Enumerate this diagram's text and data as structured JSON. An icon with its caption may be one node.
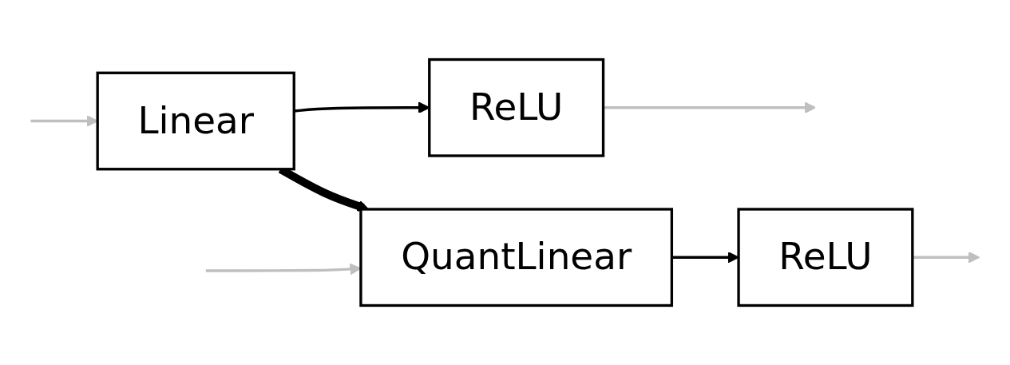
{
  "diagram": {
    "nodes": [
      {
        "text": [
          "Linear"
        ]
      },
      {
        "text": [
          "ReLU"
        ]
      },
      {
        "text": [
          "QuantLinear"
        ]
      },
      {
        "text": [
          "ReLU"
        ]
      }
    ],
    "edges": [
      {
        "from": null,
        "to": 0,
        "arrow": "to",
        "color": "#bfbfbf"
      },
      {
        "from": 0,
        "to": 1,
        "arrow": "to",
        "color": "#000000"
      },
      {
        "from": 1,
        "to": null,
        "arrow": "to",
        "color": "#bfbfbf"
      },
      {
        "from": 0,
        "to": 2,
        "arrow": "to",
        "style": "thick",
        "color": "#000000"
      },
      {
        "from": null,
        "to": 2,
        "arrow": "to",
        "color": "#bfbfbf"
      },
      {
        "from": 2,
        "to": 3,
        "arrow": "to",
        "color": "#000000"
      },
      {
        "from": 3,
        "to": null,
        "arrow": "to",
        "color": "#bfbfbf"
      }
    ]
  }
}
